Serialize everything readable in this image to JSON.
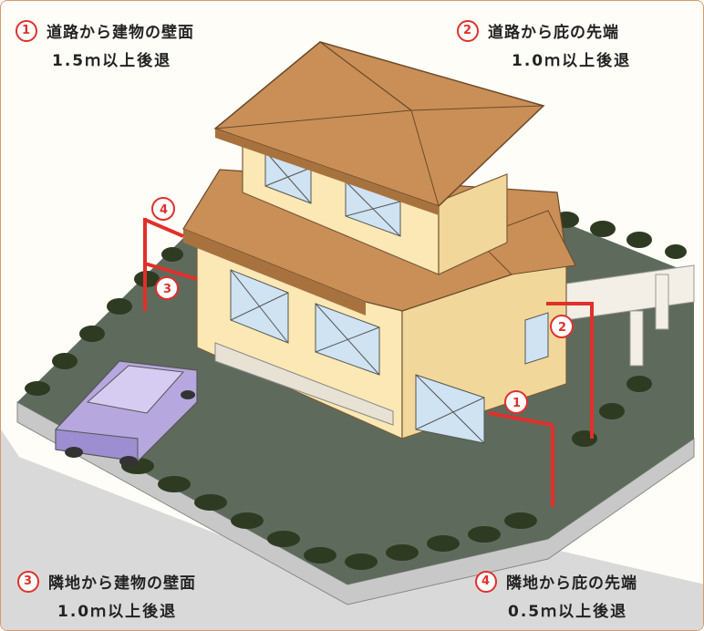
{
  "notes": [
    {
      "number": "1",
      "title": "道路から建物の壁面",
      "value": "1.5ｍ以上後退"
    },
    {
      "number": "2",
      "title": "道路から庇の先端",
      "value": "1.0ｍ以上後退"
    },
    {
      "number": "3",
      "title": "隣地から建物の壁面",
      "value": "1.0ｍ以上後退"
    },
    {
      "number": "4",
      "title": "隣地から庇の先端",
      "value": "0.5ｍ以上後退"
    }
  ],
  "markers": {
    "m1": "1",
    "m2": "2",
    "m3": "3",
    "m4": "4"
  },
  "colors": {
    "accent": "#e0302a",
    "roof": "#c98f57",
    "wall": "#fbe8b4",
    "lawn": "#5e6b5c",
    "hedge": "#2e3a22",
    "road": "#d9d9d9",
    "car": "#b6a8de"
  }
}
